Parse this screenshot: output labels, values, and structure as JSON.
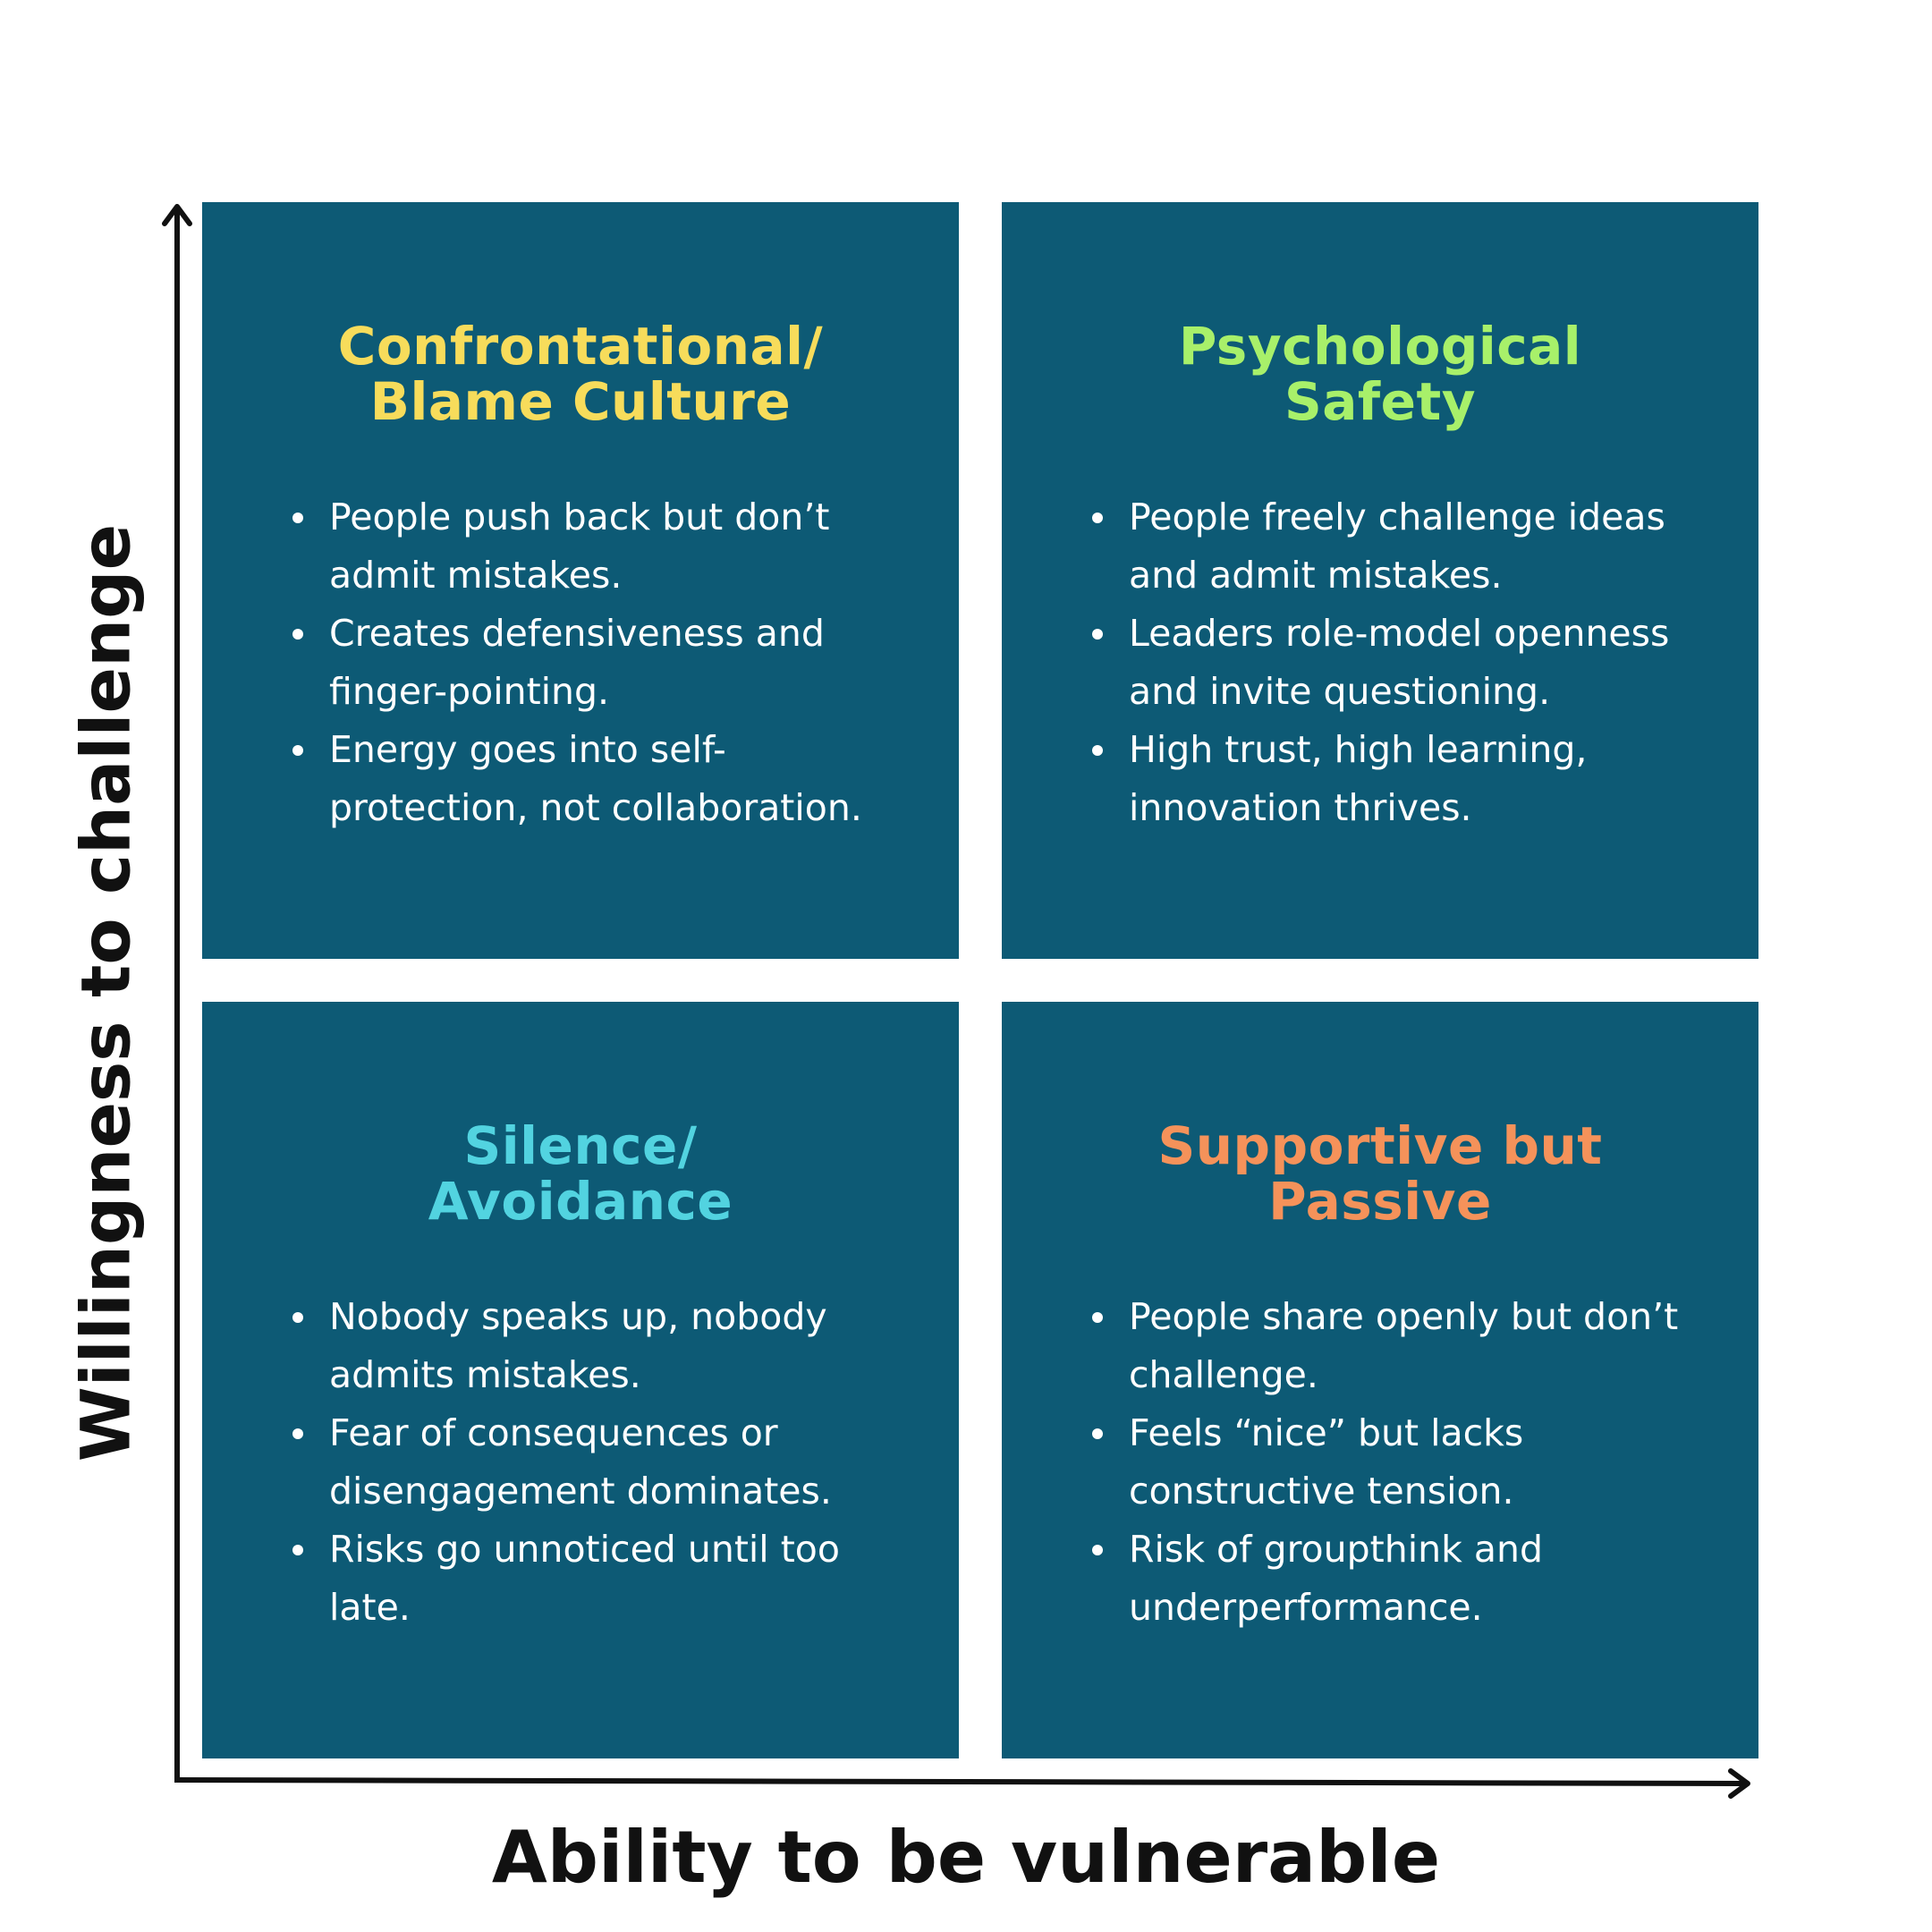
{
  "axes": {
    "y_label": "Willingness to challenge",
    "x_label": "Ability to be vulnerable"
  },
  "colors": {
    "quadrant_bg": "#0d5a75",
    "axis": "#111111",
    "title_confrontational": "#f7dc5b",
    "title_psychological": "#a8f06a",
    "title_silence": "#52d3e0",
    "title_supportive": "#f5925a"
  },
  "quadrants": {
    "top_left": {
      "title": "Confrontational/\nBlame Culture",
      "bullets": [
        "People push back but don’t admit mistakes.",
        "Creates defensiveness and finger-pointing.",
        "Energy goes into self-protection, not collaboration."
      ]
    },
    "top_right": {
      "title": "Psychological\nSafety",
      "bullets": [
        "People freely challenge ideas and admit mistakes.",
        "Leaders role-model openness and invite questioning.",
        "High trust, high learning, innovation thrives."
      ]
    },
    "bottom_left": {
      "title": "Silence/\nAvoidance",
      "bullets": [
        "Nobody speaks up, nobody admits mistakes.",
        "Fear of consequences or disengagement dominates.",
        "Risks go unnoticed until too late."
      ]
    },
    "bottom_right": {
      "title": "Supportive but\nPassive",
      "bullets": [
        "People share openly but don’t challenge.",
        "Feels “nice” but lacks constructive tension.",
        "Risk of groupthink and underperformance."
      ]
    }
  }
}
